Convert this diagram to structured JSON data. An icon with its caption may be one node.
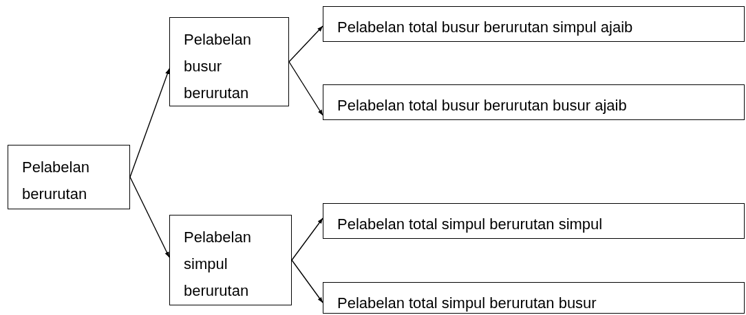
{
  "diagram": {
    "nodes": [
      {
        "text": [
          "Pelabelan berurutan"
        ]
      },
      {
        "text": [
          "Pelabelan busur berurutan"
        ]
      },
      {
        "text": [
          "Pelabelan total busur berurutan simpul ajaib"
        ]
      },
      {
        "text": [
          "Pelabelan total busur berurutan busur ajaib"
        ]
      },
      {
        "text": [
          "Pelabelan simpul berurutan"
        ]
      },
      {
        "text": [
          "Pelabelan total simpul berurutan simpul"
        ]
      },
      {
        "text": [
          "Pelabelan total simpul berurutan busur"
        ]
      }
    ],
    "edges": [
      {
        "from": 0,
        "to": 1,
        "arrow": "to"
      },
      {
        "from": 1,
        "to": 2,
        "arrow": "to"
      },
      {
        "from": 1,
        "to": 3,
        "arrow": "to"
      },
      {
        "from": 0,
        "to": 4,
        "arrow": "to"
      },
      {
        "from": 4,
        "to": 5,
        "arrow": "to"
      },
      {
        "from": 4,
        "to": 6,
        "arrow": "to"
      }
    ]
  }
}
